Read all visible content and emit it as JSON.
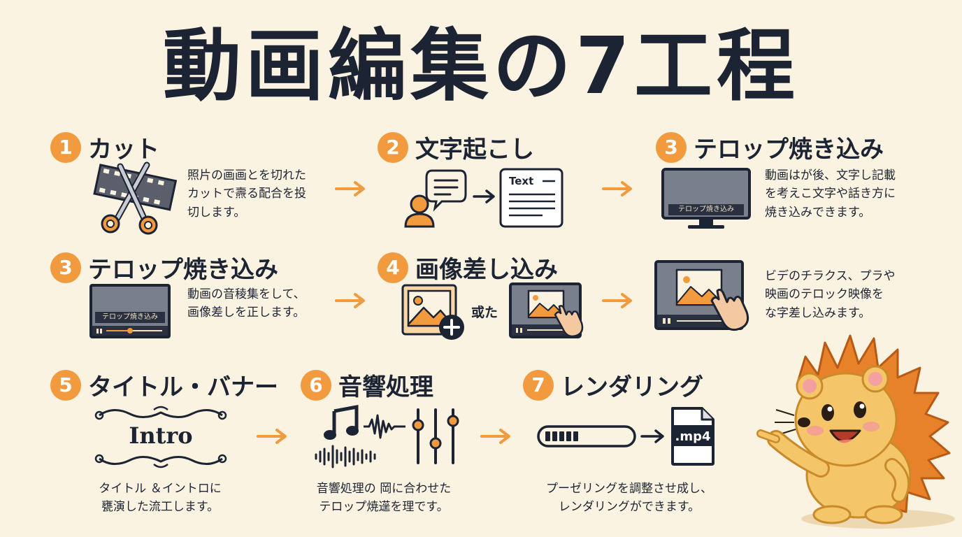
{
  "title": "動画編集の7工程",
  "steps": [
    {
      "badge": "1",
      "title": "カット",
      "desc": "照片の画画とを切れた\nカットで燾る配合を投\n切します。"
    },
    {
      "badge": "2",
      "title": "文字起こし"
    },
    {
      "badge": "3",
      "title": "テロップ焼き込み",
      "desc": "動画はが後、文字し記載\nを考えこ文字や話き方に\n焼き込みできます。",
      "screen_label": "テロップ焼き込み"
    },
    {
      "badge": "3",
      "title": "テロップ焼き込み",
      "desc": "動画の音稜集をして、\n画像差しを正します。",
      "screen_label": "テロップ焼き込み"
    },
    {
      "badge": "4",
      "title": "画像差し込み",
      "or_label": "或た",
      "desc": "ビデのチラクス、プラや\n映画のテロック映像を\nな字差し込みます。"
    },
    {
      "badge": "5",
      "title": "タイトル・バナー",
      "banner_text": "Intro",
      "desc": "タイトル ＆イントロに\n甕演した流工します。"
    },
    {
      "badge": "6",
      "title": "音響処理",
      "desc": "音響処理の 岡に合わせた\nテロップ焼遳を理です。"
    },
    {
      "badge": "7",
      "title": "レンダリング",
      "file_label": ".mp4",
      "desc": "プーゼリングを調整させ成し、\nレンダリングができます。"
    }
  ],
  "doc_label": "Text",
  "icons": [
    "film-scissors-icon",
    "speech-person-icon",
    "document-icon",
    "monitor-icon",
    "image-add-icon",
    "touch-screen-icon",
    "music-note-icon",
    "waveform-icon",
    "equalizer-icon",
    "progress-bar-icon",
    "mp4-file-icon",
    "hedgehog-mascot"
  ],
  "colors": {
    "accent": "#f19a3e",
    "ink": "#1c2333",
    "background": "#fbf3e1",
    "screen": "#7a7f8c"
  }
}
